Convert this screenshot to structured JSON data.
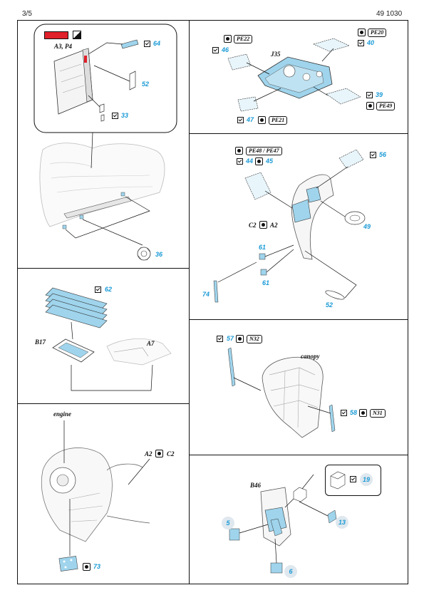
{
  "header": {
    "page": "3/5",
    "code": "49 1030"
  },
  "panel1": {
    "labels": {
      "a3p4": "A3, P4"
    },
    "parts": {
      "p64": "64",
      "p52": "52",
      "p33": "33",
      "p36": "36"
    }
  },
  "panel2": {
    "labels": {
      "j35": "J35"
    },
    "tags": {
      "pe22": "PE22",
      "pe20": "PE20",
      "pe49": "PE49",
      "pe21": "PE21"
    },
    "parts": {
      "p46": "46",
      "p40": "40",
      "p39": "39",
      "p47": "47"
    }
  },
  "panel3": {
    "labels": {
      "b17": "B17",
      "a7": "A7"
    },
    "parts": {
      "p62": "62"
    }
  },
  "panel4": {
    "tags": {
      "pe48": "PE48 / PE47"
    },
    "labels": {
      "c2": "C2",
      "a2": "A2"
    },
    "parts": {
      "p44": "44",
      "p45": "45",
      "p56": "56",
      "p49": "49",
      "p61a": "61",
      "p61b": "61",
      "p74": "74",
      "p52": "52"
    }
  },
  "panel5": {
    "labels": {
      "canopy": "canopy"
    },
    "tags": {
      "n32": "N32",
      "n31": "N31"
    },
    "parts": {
      "p57": "57",
      "p58": "58"
    }
  },
  "panel6": {
    "labels": {
      "engine": "engine",
      "a2": "A2",
      "c2": "C2"
    },
    "parts": {
      "p73": "73"
    }
  },
  "panel7": {
    "labels": {
      "b46": "B46"
    },
    "parts": {
      "p19": "19",
      "p13": "13",
      "p5": "5",
      "p6": "6"
    }
  },
  "colors": {
    "photoetch": "#9fd4ec",
    "accent": "#1a9ad6",
    "red": "#e0202a"
  }
}
